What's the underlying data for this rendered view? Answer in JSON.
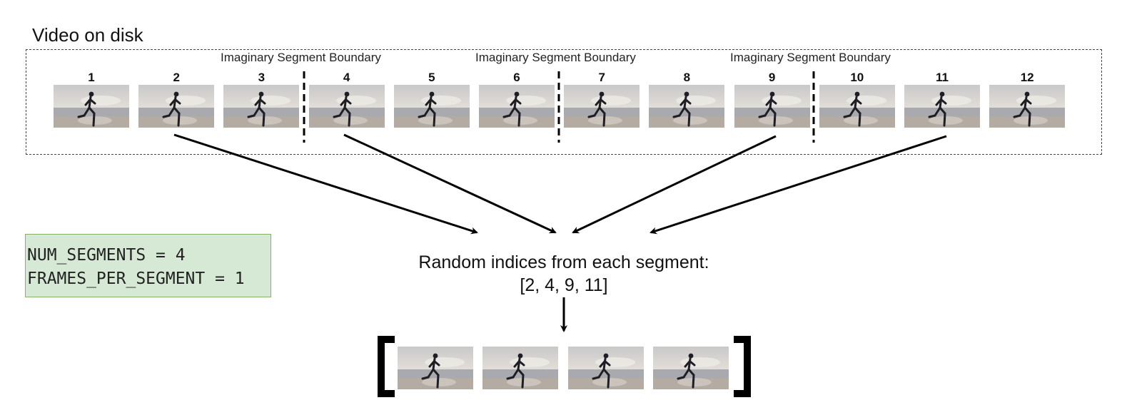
{
  "title": "Video on disk",
  "boundary_label": "Imaginary Segment Boundary",
  "frame_numbers": [
    "1",
    "2",
    "3",
    "4",
    "5",
    "6",
    "7",
    "8",
    "9",
    "10",
    "11",
    "12"
  ],
  "config": {
    "line1": "NUM_SEGMENTS = 4",
    "line2": "FRAMES_PER_SEGMENT = 1"
  },
  "caption": {
    "line1": "Random indices from each segment:",
    "line2": "[2, 4, 9, 11]"
  },
  "selected_indices": [
    2,
    4,
    9,
    11
  ],
  "colors": {
    "config_fill": "#d6e9d5",
    "config_border": "#82b366",
    "sky_top": "#c9c9c9",
    "sea": "#a9aab0",
    "sand": "#b4aca3",
    "runner": "#1e1e24"
  }
}
